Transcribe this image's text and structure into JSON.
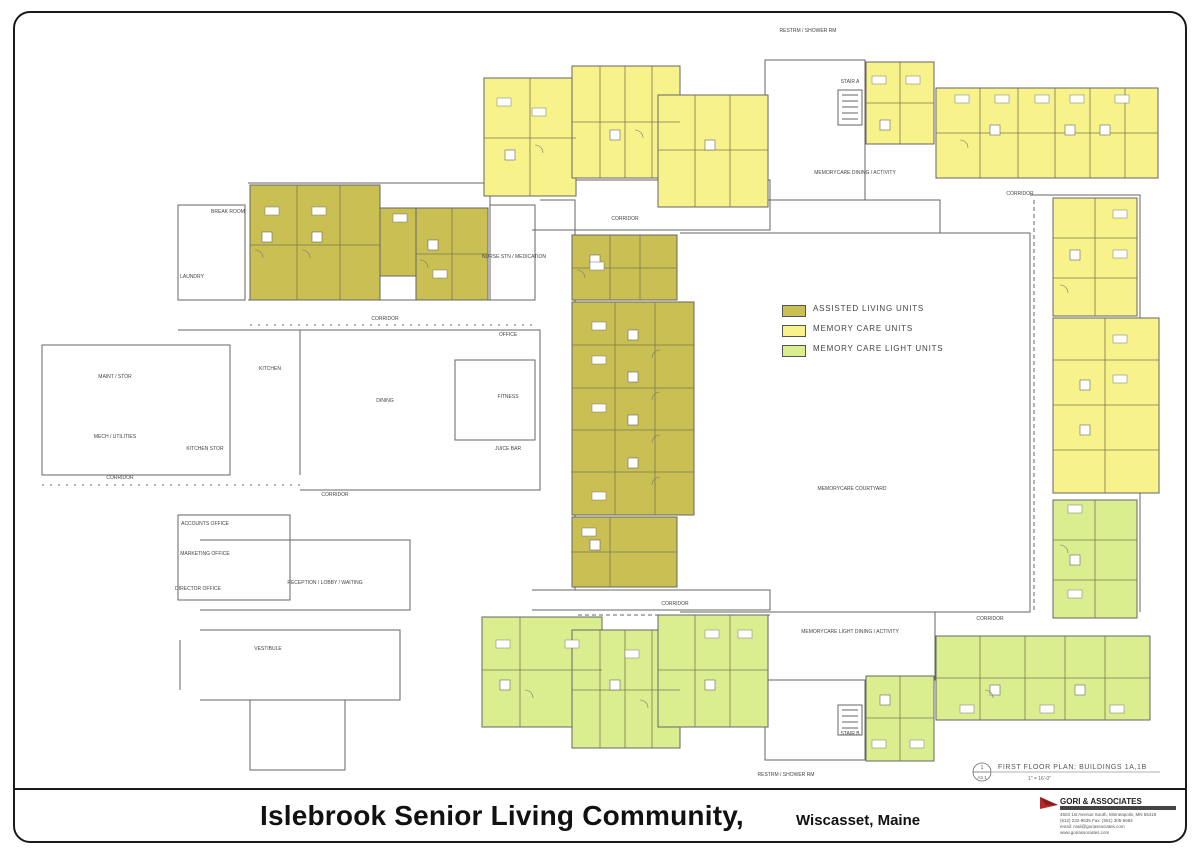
{
  "colors": {
    "assisted": "#c9bf52",
    "memory": "#f7f38a",
    "memory_light": "#dbee8f",
    "line": "#555555",
    "border": "#1a1a1a"
  },
  "legend": [
    {
      "label": "ASSISTED LIVING UNITS",
      "color": "#c9bf52"
    },
    {
      "label": "MEMORY CARE UNITS",
      "color": "#f7f38a"
    },
    {
      "label": "MEMORY CARE LIGHT UNITS",
      "color": "#dbee8f"
    }
  ],
  "title": {
    "main": "Islebrook Senior Living Community,",
    "location": "Wiscasset, Maine"
  },
  "firm": {
    "name": "GORI & ASSOCIATES",
    "address": "4603 1st Avenue South, Minneapolis, MN 55419",
    "phone": "(612) 232-9535    Fax: (651) 305-6684",
    "email": "email: mail@goriassociates.com",
    "web": "www.goriassociates.com"
  },
  "plan": {
    "sheet_ref_num": "1",
    "sheet_ref_page": "A3.1",
    "title": "FIRST FLOOR PLAN: BUILDINGS 1A,1B",
    "scale": "1\" = 16'-0\""
  },
  "rooms": {
    "dining": "DINING",
    "kitchen": "KITCHEN",
    "fitness": "FITNESS",
    "juice_bar": "JUICE BAR",
    "maint_stor": "MAINT / STOR",
    "mech": "MECH / UTILITIES",
    "kitchen_stor": "KITCHEN STOR",
    "laundry": "LAUNDRY",
    "break_room": "BREAK ROOM",
    "nurse_station": "NURSE STN / MEDICATION",
    "office": "OFFICE",
    "reception": "RECEPTION / LOBBY / WAITING",
    "vestibule": "VESTIBULE",
    "accounts": "ACCOUNTS OFFICE",
    "marketing": "MARKETING OFFICE",
    "director": "DIRECTOR OFFICE",
    "memorycare_dining": "MEMORYCARE DINING / ACTIVITY",
    "memorycare_light_dining": "MEMORYCARE LIGHT DINING / ACTIVITY",
    "courtyard": "MEMORYCARE COURTYARD",
    "corridor": "CORRIDOR",
    "stair_a": "STAIR A",
    "stair_b": "STAIR B",
    "restroom": "RESTRM / SHOWER RM"
  }
}
